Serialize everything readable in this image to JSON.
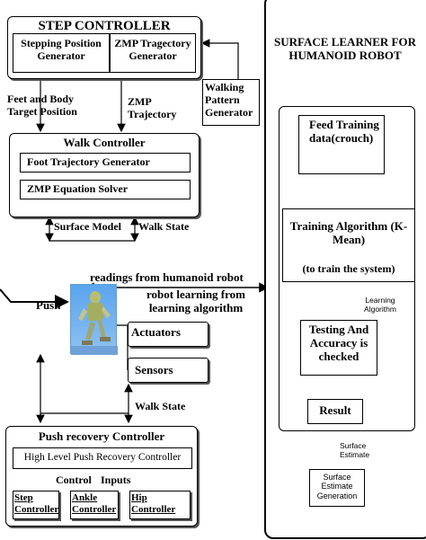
{
  "step_controller": {
    "title": "STEP CONTROLLER",
    "stepping_position_generator": "Stepping Position Generator",
    "zmp_trajectory_generator": "ZMP Tragectory Generator"
  },
  "walking_pattern_generator": "Walking Pattern Generator",
  "feet_body_target_position": "Feet and Body Target Position",
  "zmp_trajectory_label": "ZMP Trajectory",
  "walk_controller": {
    "title": "Walk Controller",
    "foot_trajectory_generator": "Foot Trajectory Generator",
    "zmp_equation_solver": "ZMP Equation Solver"
  },
  "surface_model_label": "Surface Model",
  "walk_state_label_top": "Walk State",
  "readings_text": "readings from humanoid robot",
  "robot_learning_text": "robot learning from learning algorithm",
  "push_label": "Push",
  "actuators_label": "Actuators",
  "sensors_label": "Sensors",
  "walk_state_label_bottom": "Walk State",
  "push_recovery_controller": {
    "title": "Push recovery Controller",
    "high_level": "High Level Push Recovery Controller",
    "control_label": "Control",
    "inputs_label": "Inputs",
    "step_controller": "Step Controller",
    "ankle_controller": "Ankle Controller",
    "hip_controller": "Hip Controller"
  },
  "surface_learner": {
    "title": "SURFACE LEARNER FOR HUMANOID ROBOT",
    "feed_training": "Feed Training data(crouch)",
    "training_algorithm": "Training Algorithm (K-Mean)",
    "train_system": "(to train the system)",
    "learning_algorithm_label": "Learning Algorithm",
    "testing_accuracy": "Testing And Accuracy is checked",
    "result": "Result"
  },
  "surface_estimate_label": "Surface Estimate",
  "surface_estimate_generation": "Surface Estimate Generation"
}
